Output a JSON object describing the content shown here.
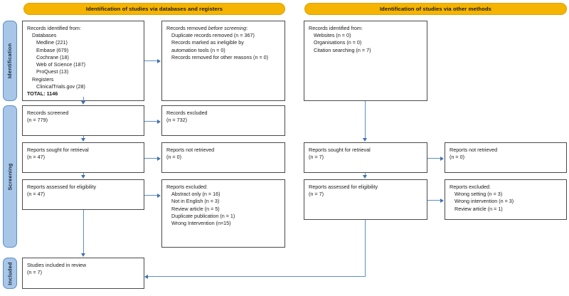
{
  "diagram": {
    "title": "PRISMA 2020 flow diagram",
    "colors": {
      "header_fill": "#f5b400",
      "header_border": "#e0a000",
      "stage_fill": "#a8c6e8",
      "stage_border": "#5b8fc9",
      "box_border": "#4a4a4a",
      "arrow": "#5b8fc9",
      "arrow_head": "#3f72b0",
      "background": "#ffffff",
      "text": "#1a1a1a"
    }
  },
  "headers": {
    "databases": "Identification of studies via databases and registers",
    "other": "Identification of studies via other methods"
  },
  "stages": {
    "identification": "Identification",
    "screening": "Screening",
    "included": "Included"
  },
  "boxes": {
    "records_identified": {
      "title": "Records identified from:",
      "lines": [
        "Databases",
        "Medline (221)",
        "Embase (679)",
        "Cochrane (18)",
        "Web of Science (187)",
        "ProQuest (13)",
        "Registers",
        "ClinicalTrials.gov (28)"
      ],
      "total": "TOTAL: 1146"
    },
    "records_removed": {
      "title_pre": "Records removed ",
      "title_ital": "before screening",
      "title_post": ":",
      "lines": [
        "Duplicate records removed  (n = 367)",
        "Records marked as ineligible by",
        "automation tools (n = 0)",
        "Records removed for other reasons (n = 0)"
      ]
    },
    "records_screened": {
      "title": "Records screened",
      "count": "(n = 779)"
    },
    "records_excluded": {
      "title": "Records excluded",
      "count": "(n = 732)"
    },
    "reports_sought": {
      "title": "Reports sought for retrieval",
      "count": "(n = 47)"
    },
    "reports_not_retrieved": {
      "title": "Reports not retrieved",
      "count": "(n = 0)"
    },
    "reports_assessed": {
      "title": "Reports assessed for eligibility",
      "count": "(n = 47)"
    },
    "reports_excluded": {
      "title": "Reports excluded:",
      "reasons": [
        "Abstract only (n = 16)",
        "Not in English (n = 3)",
        "Review article (n = 5)",
        "Duplicate publication (n = 1)",
        "Wrong Intervention (n=15)"
      ]
    },
    "studies_included": {
      "title": "Studies included in review",
      "count": "(n = 7)"
    },
    "other_identified": {
      "title": "Records identified from:",
      "lines": [
        "Websites (n = 0)",
        "Organisations (n = 0)",
        "Citation searching (n = 7)"
      ]
    },
    "other_reports_sought": {
      "title": "Reports sought for retrieval",
      "count": "(n = 7)"
    },
    "other_reports_not_retrieved": {
      "title": "Reports not retrieved",
      "count": "(n = 0)"
    },
    "other_reports_assessed": {
      "title": "Reports assessed for eligibility",
      "count": "(n = 7)"
    },
    "other_reports_excluded": {
      "title": "Reports excluded:",
      "reasons": [
        "Wrong setting (n = 3)",
        "Wrong intervention (n = 3)",
        "Review article (n = 1)"
      ]
    }
  }
}
